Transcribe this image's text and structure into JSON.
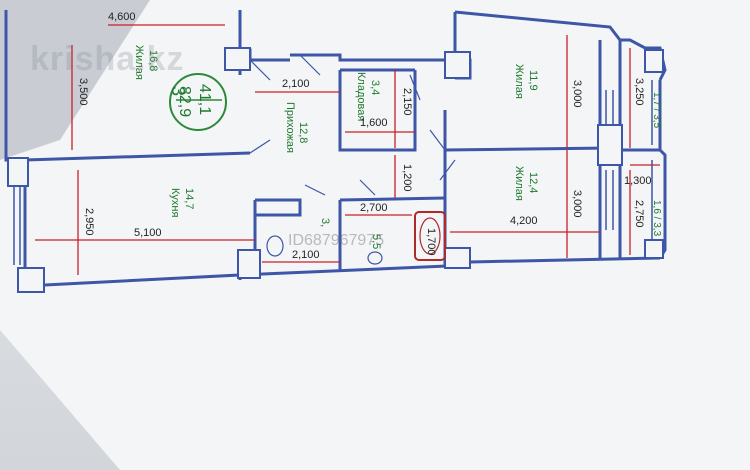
{
  "watermark": {
    "site": "krisha.kz",
    "listing_id": "ID687967975"
  },
  "apartment": {
    "rooms": "3",
    "living_area": "41,1",
    "total_area": "82,9"
  },
  "rooms": [
    {
      "id": "living1",
      "name": "Жилая",
      "area": "16,8"
    },
    {
      "id": "kitchen",
      "name": "Кухня",
      "area": "14,7"
    },
    {
      "id": "hall",
      "name": "Прихожая",
      "area": "12,8"
    },
    {
      "id": "storage",
      "name": "Кладовая",
      "area": "3,4"
    },
    {
      "id": "living2",
      "name": "Жилая",
      "area": "11,9"
    },
    {
      "id": "living3",
      "name": "Жилая",
      "area": "12,4"
    },
    {
      "id": "wc",
      "area": "3,"
    },
    {
      "id": "bath",
      "area": "5,5"
    },
    {
      "id": "balcony1",
      "area": "1,7 / 3,5"
    },
    {
      "id": "balcony2",
      "area": "1,6 / 3,3"
    }
  ],
  "dimensions": {
    "d4600": "4,600",
    "d3500": "3,500",
    "d2100a": "2,100",
    "d2150": "2,150",
    "d1600": "1,600",
    "d3000a": "3,000",
    "d3250": "3,250",
    "d1200": "1,200",
    "d2950": "2,950",
    "d5100": "5,100",
    "d2700": "2,700",
    "d3000b": "3,000",
    "d1300": "1,300",
    "d2750": "2,750",
    "d4200": "4,200",
    "d2100b": "2,100",
    "d1700": "1,700"
  }
}
